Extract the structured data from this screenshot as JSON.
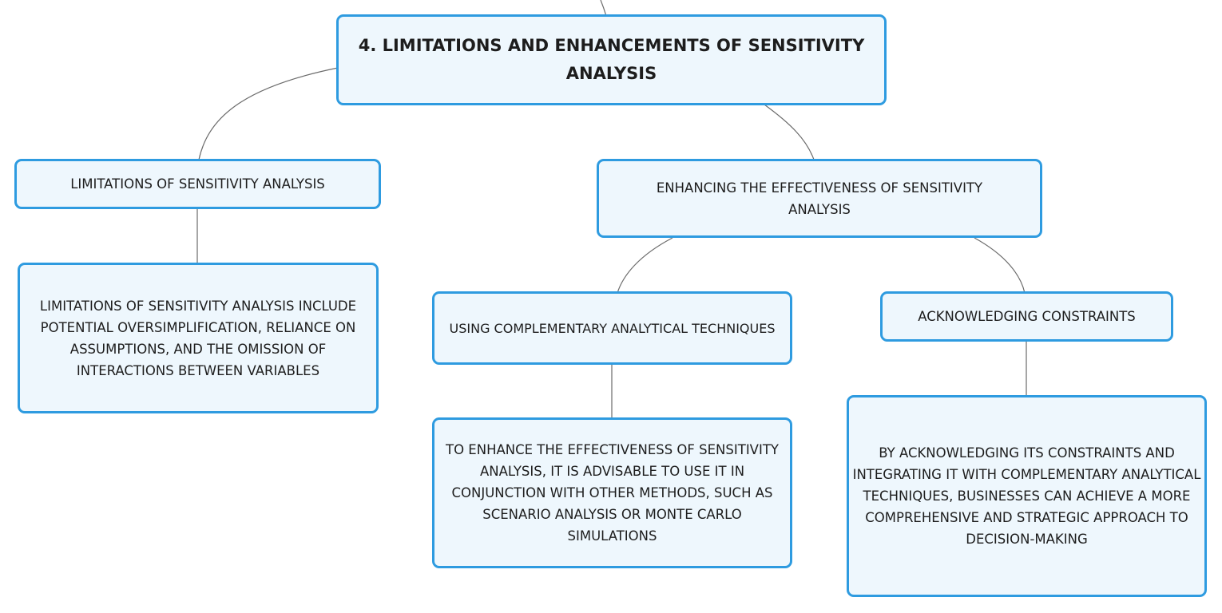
{
  "diagram": {
    "root": {
      "label": "4. LIMITATIONS AND ENHANCEMENTS OF SENSITIVITY ANALYSIS"
    },
    "nodes": {
      "limitations": {
        "label": "LIMITATIONS OF SENSITIVITY ANALYSIS"
      },
      "limitations_detail": {
        "label": "LIMITATIONS OF SENSITIVITY ANALYSIS INCLUDE POTENTIAL OVERSIMPLIFICATION, RELIANCE ON ASSUMPTIONS, AND THE OMISSION OF INTERACTIONS BETWEEN VARIABLES"
      },
      "enhancing": {
        "label": "ENHANCING THE EFFECTIVENESS OF SENSITIVITY ANALYSIS"
      },
      "complementary": {
        "label": "USING COMPLEMENTARY ANALYTICAL TECHNIQUES"
      },
      "complementary_detail": {
        "label": "TO ENHANCE THE EFFECTIVENESS OF SENSITIVITY ANALYSIS, IT IS ADVISABLE TO USE IT IN CONJUNCTION WITH OTHER METHODS, SUCH AS SCENARIO ANALYSIS OR MONTE CARLO SIMULATIONS"
      },
      "constraints": {
        "label": "ACKNOWLEDGING CONSTRAINTS"
      },
      "constraints_detail": {
        "label": "BY ACKNOWLEDGING ITS CONSTRAINTS AND INTEGRATING IT WITH COMPLEMENTARY ANALYTICAL TECHNIQUES, BUSINESSES CAN ACHIEVE A MORE COMPREHENSIVE AND STRATEGIC APPROACH TO DECISION-MAKING"
      }
    },
    "colors": {
      "node_fill": "#eef7fd",
      "node_border": "#2e9be0",
      "connector": "#6b6b6b",
      "text": "#1d1d1d"
    }
  }
}
